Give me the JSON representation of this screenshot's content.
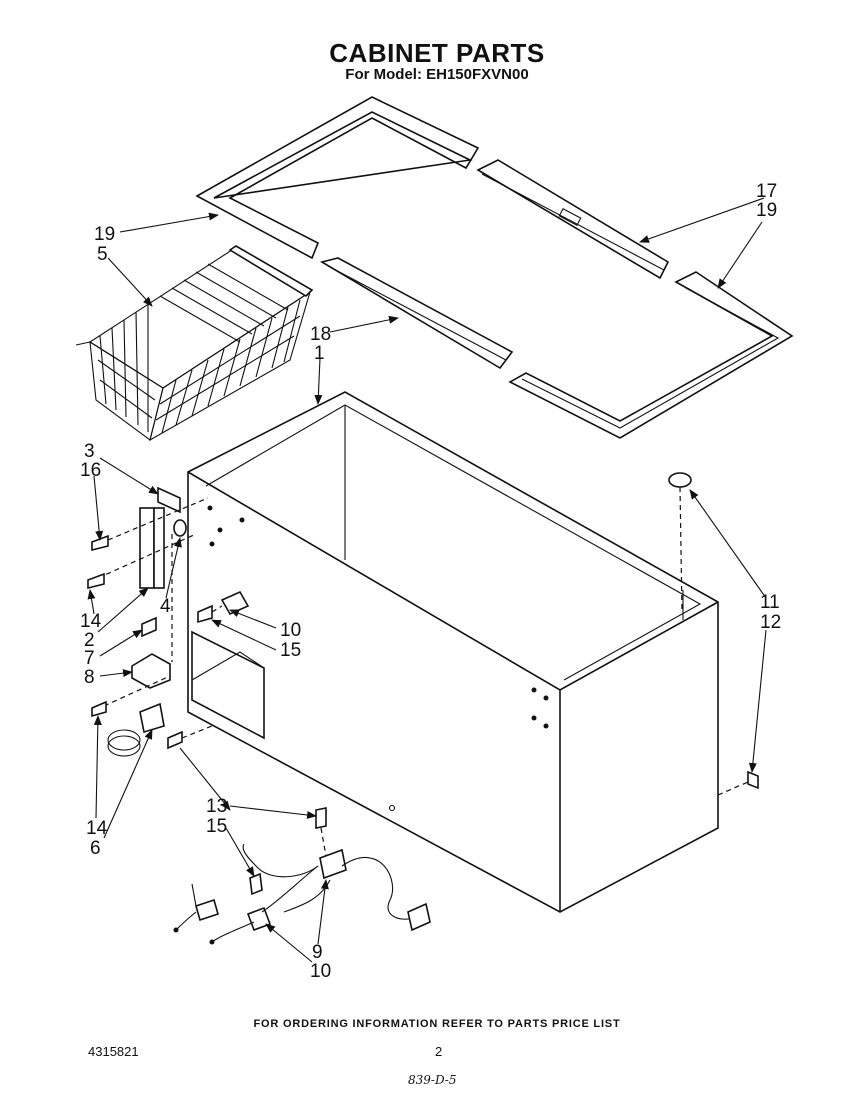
{
  "title": "CABINET PARTS",
  "subtitle": "For Model: EH150FXVN00",
  "callouts": {
    "c17": "17",
    "c19a": "19",
    "c19b": "19",
    "c5": "5",
    "c18": "18",
    "c1": "1",
    "c3": "3",
    "c16": "16",
    "c14a": "14",
    "c2": "2",
    "c4": "4",
    "c7": "7",
    "c8": "8",
    "c10a": "10",
    "c15a": "15",
    "c11": "11",
    "c12": "12",
    "c14b": "14",
    "c6": "6",
    "c13": "13",
    "c15b": "15",
    "c9": "9",
    "c10b": "10"
  },
  "footer": {
    "ordering_note": "FOR ORDERING INFORMATION REFER TO PARTS PRICE LIST",
    "document_number": "4315821",
    "page_number": "2",
    "handwritten_code": "839-D-5"
  }
}
